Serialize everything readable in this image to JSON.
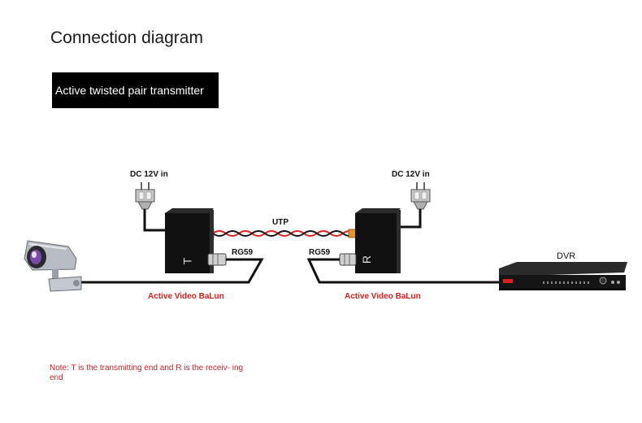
{
  "title": "Connection diagram",
  "badge": "Active twisted pair transmitter",
  "diagram": {
    "power_left": "DC 12V in",
    "power_right": "DC 12V in",
    "cable_utp": "UTP",
    "cable_rg59_left": "RG59",
    "cable_rg59_right": "RG59",
    "transmitter_letter": "T",
    "receiver_letter": "R",
    "balun_left": "Active Video BaLun",
    "balun_right": "Active Video BaLun",
    "dvr_label": "DVR"
  },
  "note": "Note: T is the transmitting end and R is the receiv- ing end",
  "colors": {
    "accent_red": "#e0201c",
    "box_black": "#111111",
    "twisted_red": "#e0201c",
    "twisted_black": "#111111"
  }
}
